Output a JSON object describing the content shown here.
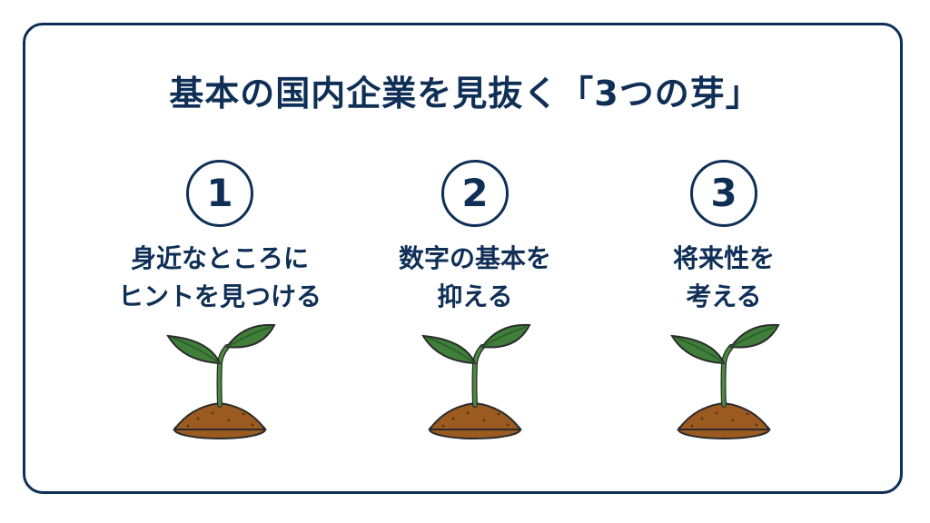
{
  "title": "基本の国内企業を見抜く「3つの芽」",
  "columns": [
    {
      "number": "1",
      "line1": "身近なところに",
      "line2": "ヒントを見つける"
    },
    {
      "number": "2",
      "line1": "数字の基本を",
      "line2": "抑える"
    },
    {
      "number": "3",
      "line1": "将来性を",
      "line2": "考える"
    }
  ],
  "colors": {
    "navy": "#0f2f57",
    "leaf": "#3f7f3a",
    "soil": "#9a5a20"
  },
  "icons": [
    "sprout-icon"
  ]
}
